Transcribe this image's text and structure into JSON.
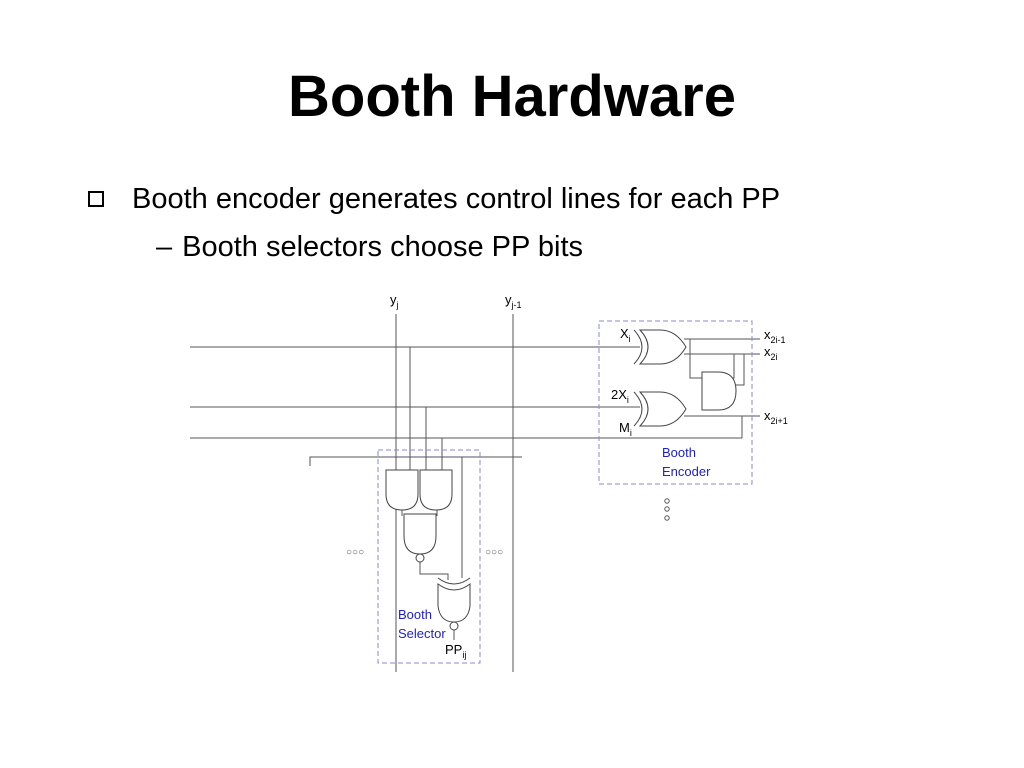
{
  "slide": {
    "title": "Booth Hardware",
    "bullet": "Booth encoder generates control lines for each PP",
    "sub_bullet": "Booth selectors choose PP bits",
    "sub_bullet_marker": "–"
  },
  "diagram": {
    "y_j": {
      "base": "y",
      "sub": "j"
    },
    "y_j1": {
      "base": "y",
      "sub": "j-1"
    },
    "X_i": {
      "base": "X",
      "sub": "i"
    },
    "twoX_i": {
      "base": "2X",
      "sub": "i"
    },
    "M_i": {
      "base": "M",
      "sub": "i"
    },
    "x_2i_1": {
      "base": "x",
      "sub": "2i-1"
    },
    "x_2i": {
      "base": "x",
      "sub": "2i"
    },
    "x_2i1": {
      "base": "x",
      "sub": "2i+1"
    },
    "encoder_label_line1": "Booth",
    "encoder_label_line2": "Encoder",
    "selector_label_line1": "Booth",
    "selector_label_line2": "Selector",
    "pp": {
      "base": "PP",
      "sub": "ij"
    },
    "ellipsis": "○○○",
    "colors": {
      "label_blue": "#2222bb",
      "box_dash": "#8888cc"
    }
  }
}
